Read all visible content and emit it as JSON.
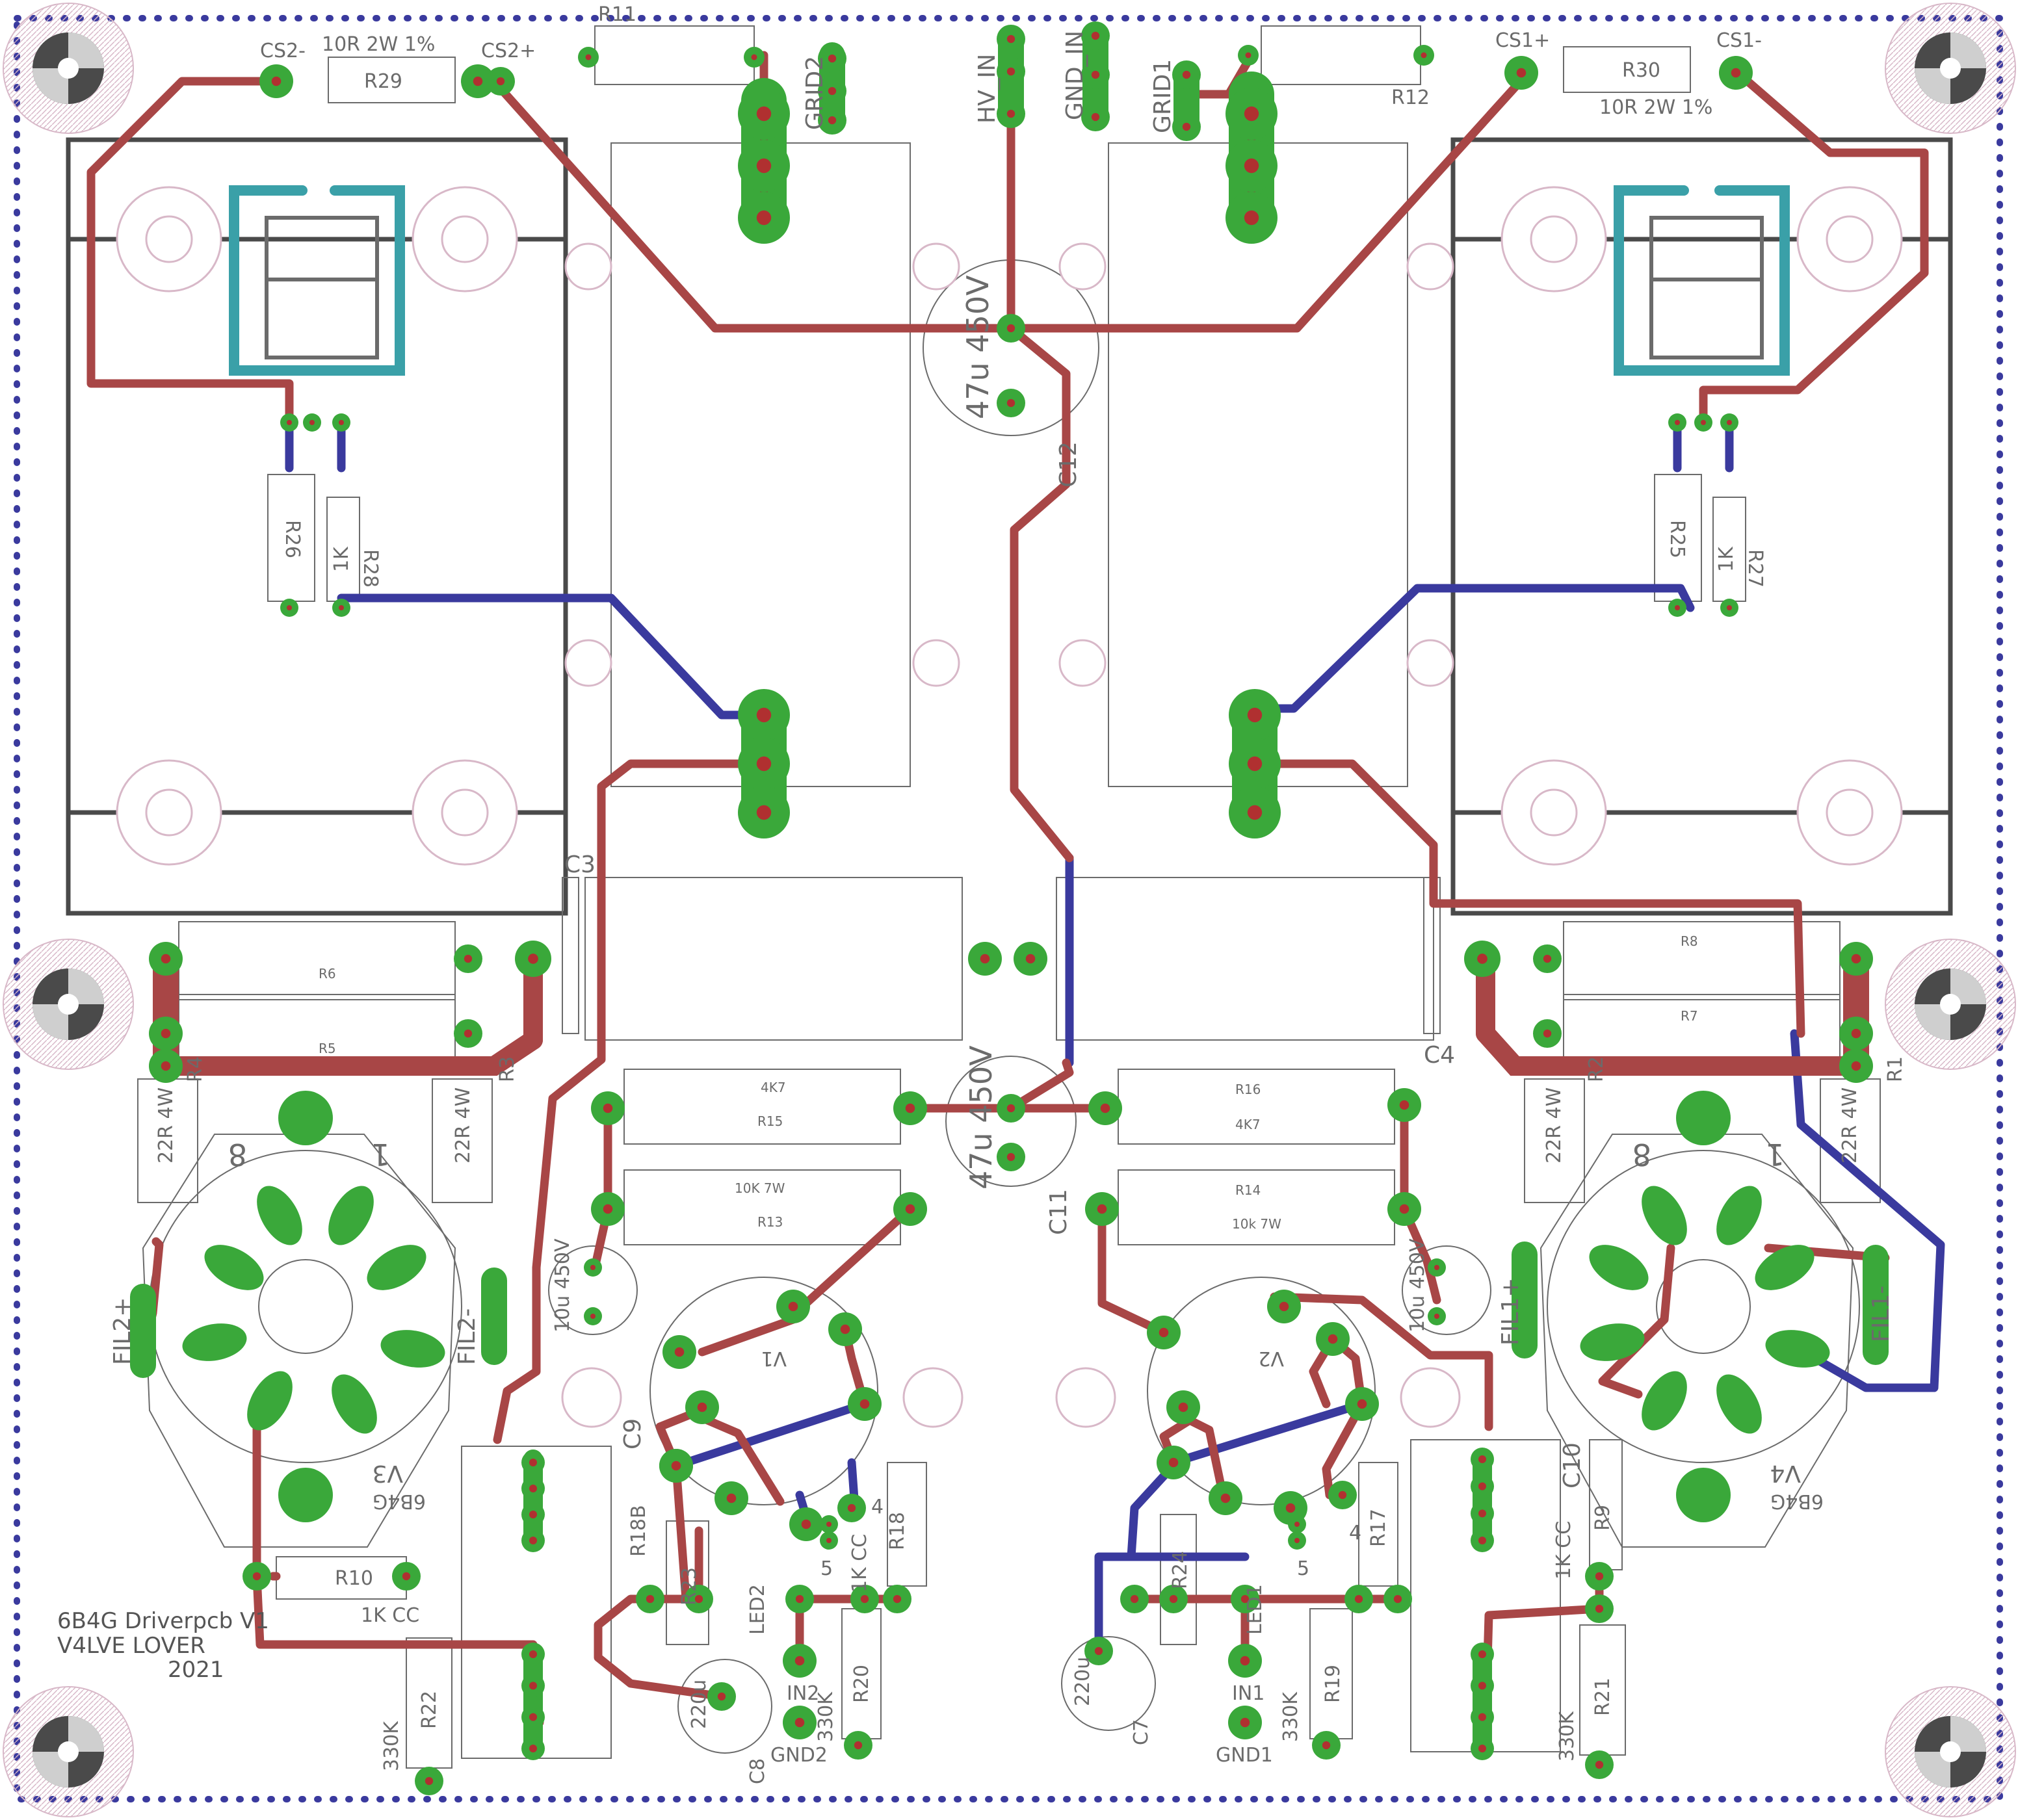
{
  "board_info": {
    "line1": "6B4G Driverpcb V1",
    "line2": "V4LVE LOVER",
    "line3": "2021"
  },
  "colors": {
    "top_trace": "#a84646",
    "bottom_trace": "#3a3a9e",
    "pad": "#3aa83a",
    "pad_hole": "#b03030",
    "silk": "#6b6b6b",
    "heatsink": "#3aa0a8",
    "via_border": "#3a3a9e",
    "mount": "#4a4a4a"
  },
  "labels": {
    "cs2_minus": "CS2-",
    "cs2_plus": "CS2+",
    "r29": "R29",
    "r29_spec": "10R 2W 1%",
    "r11": "R11",
    "grid2": "GRID2",
    "hv_in": "HV_IN",
    "gnd_in": "GND_IN",
    "grid1": "GRID1",
    "r12": "R12",
    "cs1_plus": "CS1+",
    "cs1_minus": "CS1-",
    "r30": "R30",
    "r30_spec": "10R 2W 1%",
    "c12_val": "47u 450V",
    "c12": "C12",
    "r26": "R26",
    "r28": "R28",
    "r28_val": "1K",
    "r25": "R25",
    "r27": "R27",
    "r27_val": "1K",
    "c3": "C3",
    "c4": "C4",
    "r6": "R6",
    "r5": "R5",
    "r8": "R8",
    "r7": "R7",
    "r4": "R4",
    "r3": "R3",
    "r2": "R2",
    "r1": "R1",
    "r_22r": "22R 4W",
    "r15": "R15",
    "r15_val": "4K7",
    "r16": "R16",
    "r16_val": "4K7",
    "r13": "R13",
    "r13_val": "10K 7W",
    "r14": "R14",
    "r14_val": "10k 7W",
    "c11_val": "47u 450V",
    "c11": "C11",
    "c5_val": "10u 450V",
    "c6_val": "10u 450V",
    "v1": "V1",
    "v2": "V2",
    "v3": "V3",
    "v3_type": "6B4G",
    "v4": "V4",
    "v4_type": "6B4G",
    "pin8": "8",
    "pin1": "1",
    "fil2p": "FIL2+",
    "fil2m": "FIL2-",
    "fil1p": "FIL1+",
    "fil1m": "FIL1-",
    "r10": "R10",
    "r10_val": "1K CC",
    "r9": "R9",
    "r9_val": "1K CC",
    "c10": "C10",
    "c9": "C9",
    "r22": "R22",
    "r22_val": "330K",
    "r21": "R21",
    "r21_val": "330K",
    "r18b": "R18B",
    "r23": "R23",
    "led2": "LED2",
    "led1": "LED1",
    "r18": "R18",
    "r18_val": "1K CC",
    "r17": "R17",
    "r24": "R24",
    "in2": "IN2",
    "in1": "IN1",
    "gnd2": "GND2",
    "gnd1": "GND1",
    "r20": "R20",
    "r20_val": "330K",
    "r19": "R19",
    "r19_val": "330K",
    "c8": "C8",
    "c8_val": "220u",
    "c7": "C7",
    "c7_val": "220u",
    "pin5": "5",
    "pin4": "4"
  }
}
